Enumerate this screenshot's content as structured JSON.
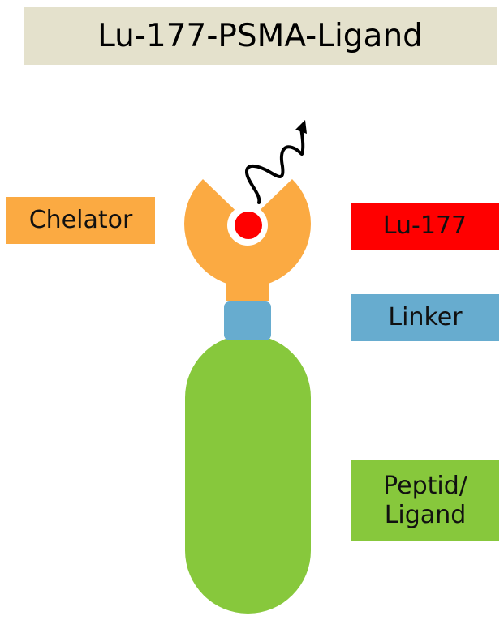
{
  "title": "Lu-177-PSMA-Ligand",
  "labels": {
    "chelator": "Chelator",
    "isotope": "Lu-177",
    "linker": "Linker",
    "peptide_line1": "Peptid/",
    "peptide_line2": "Ligand"
  },
  "colors": {
    "chelator": "#fbaa42",
    "isotope": "#ff0000",
    "linker": "#67accf",
    "peptide": "#87c83c",
    "title_bg": "#e4e1cc"
  }
}
